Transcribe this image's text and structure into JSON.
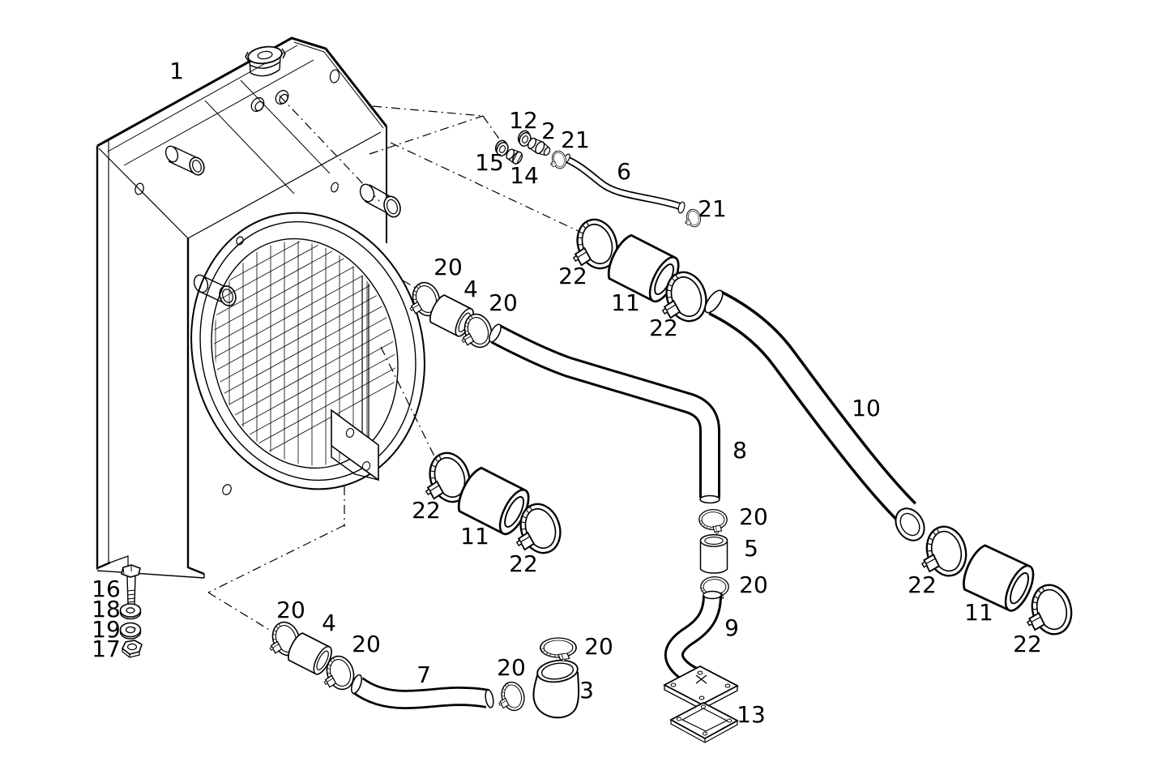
{
  "diagram": {
    "kind": "exploded-parts-diagram",
    "background": "#ffffff",
    "line_color": "#000000",
    "labels": [
      {
        "text": "1"
      },
      {
        "text": "12"
      },
      {
        "text": "2"
      },
      {
        "text": "21"
      },
      {
        "text": "15"
      },
      {
        "text": "14"
      },
      {
        "text": "6"
      },
      {
        "text": "21"
      },
      {
        "text": "20"
      },
      {
        "text": "4"
      },
      {
        "text": "20"
      },
      {
        "text": "22"
      },
      {
        "text": "11"
      },
      {
        "text": "22"
      },
      {
        "text": "10"
      },
      {
        "text": "8"
      },
      {
        "text": "22"
      },
      {
        "text": "11"
      },
      {
        "text": "22"
      },
      {
        "text": "20"
      },
      {
        "text": "5"
      },
      {
        "text": "20"
      },
      {
        "text": "9"
      },
      {
        "text": "13"
      },
      {
        "text": "16"
      },
      {
        "text": "18"
      },
      {
        "text": "19"
      },
      {
        "text": "17"
      },
      {
        "text": "20"
      },
      {
        "text": "4"
      },
      {
        "text": "20"
      },
      {
        "text": "7"
      },
      {
        "text": "20"
      },
      {
        "text": "20"
      },
      {
        "text": "3"
      },
      {
        "text": "22"
      },
      {
        "text": "11"
      },
      {
        "text": "22"
      }
    ]
  }
}
